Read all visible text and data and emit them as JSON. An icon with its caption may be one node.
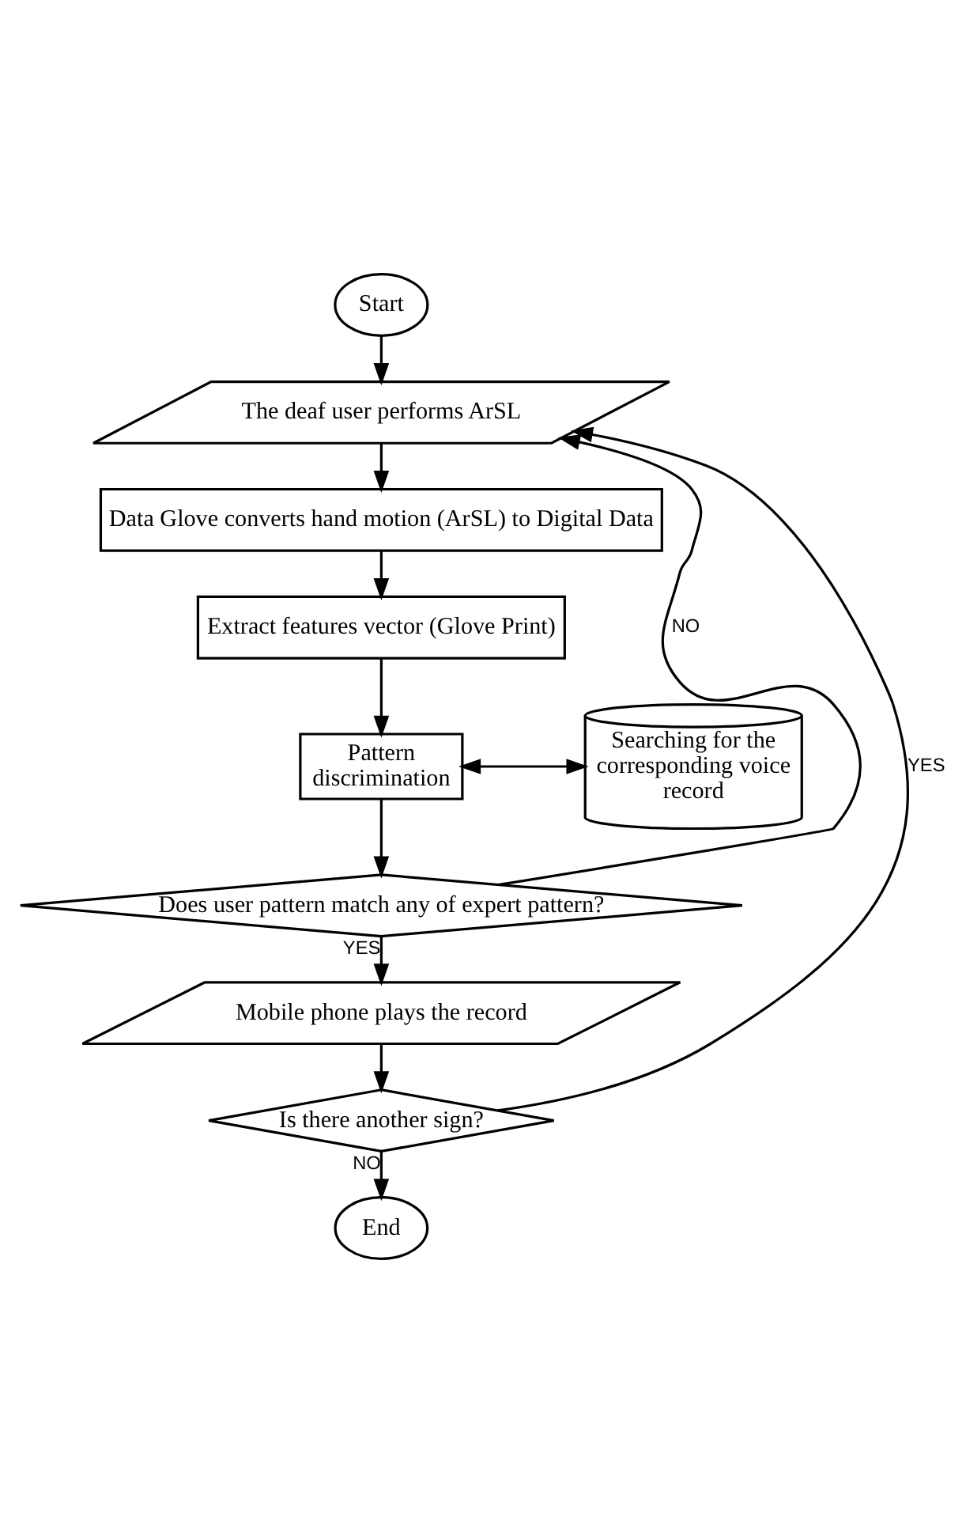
{
  "diagram": {
    "nodes": [
      {
        "text": [
          "Start"
        ]
      },
      {
        "text": [
          "The deaf user performs ArSL"
        ]
      },
      {
        "text": [
          "Data Glove converts hand motion (ArSL) to Digital Data"
        ]
      },
      {
        "text": [
          "Extract features vector (Glove Print)"
        ]
      },
      {
        "text": [
          "Pattern discrimination"
        ]
      },
      {
        "text": [
          "Searching for the corresponding voice record"
        ]
      },
      {
        "text": [
          "Does user pattern match any of expert pattern?"
        ]
      },
      {
        "text": [
          "Mobile phone plays the record"
        ]
      },
      {
        "text": [
          "Is there another sign?"
        ]
      },
      {
        "text": [
          "End"
        ]
      }
    ],
    "edges": [
      {
        "from": 0,
        "to": 1,
        "arrow": "to"
      },
      {
        "from": 1,
        "to": 2,
        "arrow": "to"
      },
      {
        "from": 2,
        "to": 3,
        "arrow": "to"
      },
      {
        "from": 3,
        "to": 4,
        "arrow": "to"
      },
      {
        "from": 4,
        "to": 5,
        "arrow": "both"
      },
      {
        "from": 4,
        "to": 6,
        "arrow": "to"
      },
      {
        "from": 6,
        "to": 7,
        "label": "YES",
        "arrow": "to"
      },
      {
        "from": 6,
        "to": 1,
        "label": "NO",
        "arrow": "to"
      },
      {
        "from": 7,
        "to": 8,
        "arrow": "to"
      },
      {
        "from": 8,
        "to": 1,
        "label": "YES",
        "arrow": "to"
      },
      {
        "from": 8,
        "to": 9,
        "label": "NO",
        "arrow": "to"
      }
    ]
  }
}
